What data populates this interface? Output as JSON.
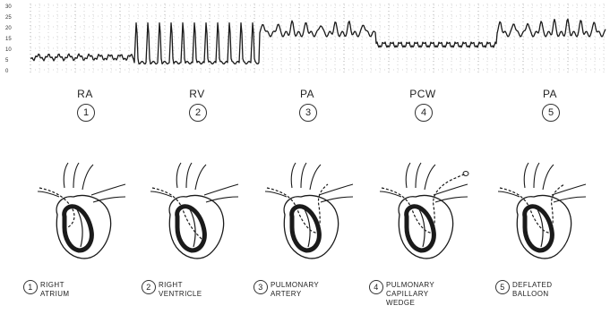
{
  "axis": {
    "ticks": [
      "30",
      "25",
      "20",
      "15",
      "10",
      "5",
      "0"
    ]
  },
  "tracing": {
    "phases": [
      "RA",
      "RV",
      "PA",
      "PCW",
      "PA"
    ],
    "numbers": [
      "1",
      "2",
      "3",
      "4",
      "5"
    ]
  },
  "hearts": {
    "captions": [
      {
        "num": "1",
        "lines": [
          "RIGHT",
          "ATRIUM"
        ]
      },
      {
        "num": "2",
        "lines": [
          "RIGHT",
          "VENTRICLE"
        ]
      },
      {
        "num": "3",
        "lines": [
          "PULMONARY",
          "ARTERY"
        ]
      },
      {
        "num": "4",
        "lines": [
          "PULMONARY",
          "CAPILLARY",
          "WEDGE"
        ]
      },
      {
        "num": "5",
        "lines": [
          "DEFLATED",
          "BALLOON"
        ]
      }
    ]
  },
  "colors": {
    "ink": "#1a1a1a",
    "grid": "#9a9a9a"
  }
}
